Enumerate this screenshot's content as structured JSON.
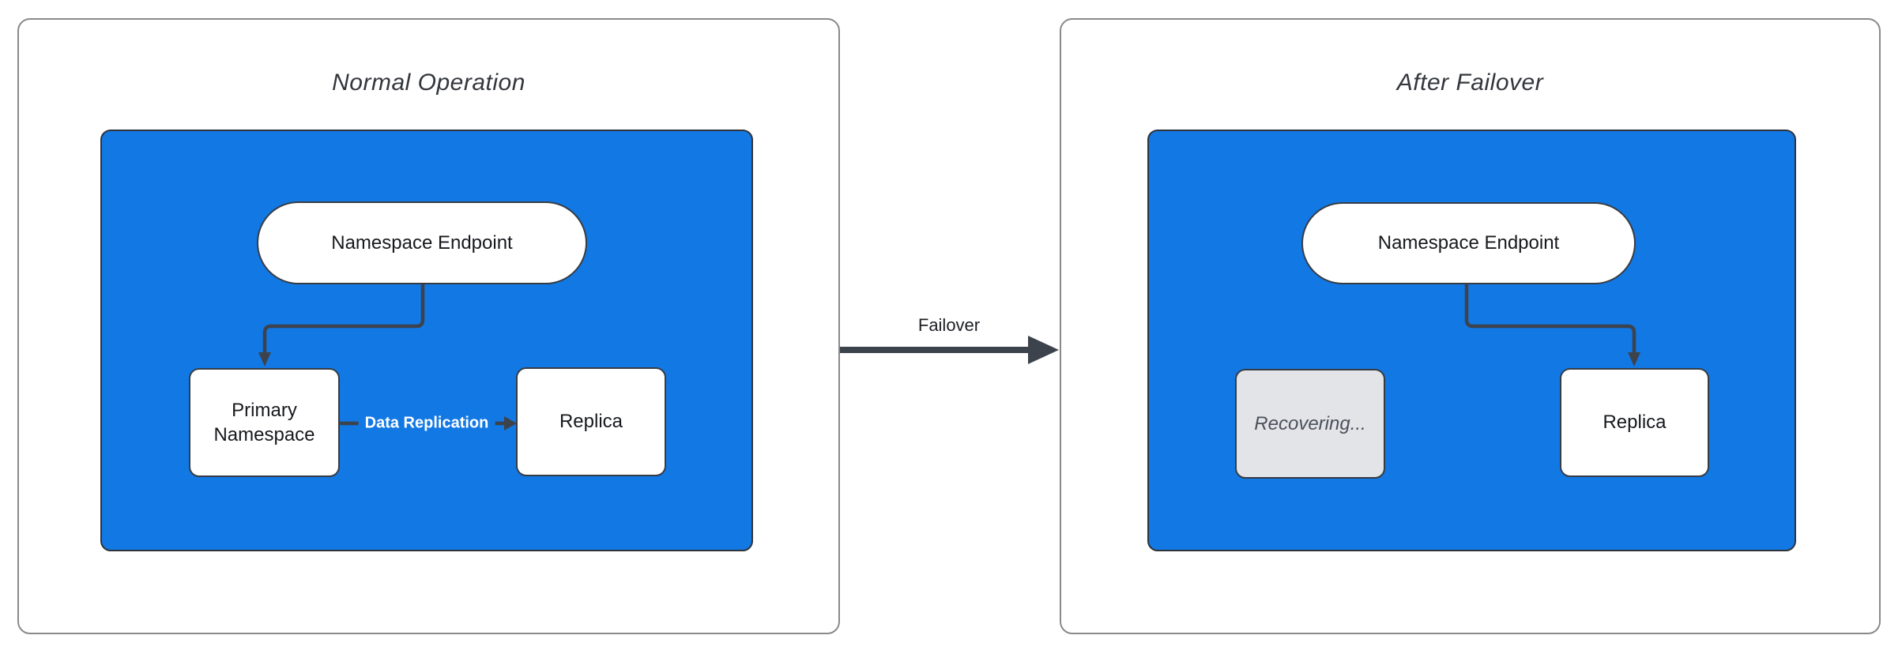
{
  "left_panel": {
    "title": "Normal Operation",
    "endpoint_label": "Namespace Endpoint",
    "primary_label": "Primary Namespace",
    "replica_label": "Replica",
    "replication_edge_label": "Data Replication"
  },
  "right_panel": {
    "title": "After Failover",
    "endpoint_label": "Namespace Endpoint",
    "recovering_label": "Recovering...",
    "replica_label": "Replica"
  },
  "transition": {
    "label": "Failover"
  },
  "colors": {
    "cluster_fill": "#1278E3",
    "edge_stroke": "#3d434c",
    "node_fill": "#ffffff",
    "node_border": "#363c44",
    "node_text": "#17191d",
    "recovering_fill": "#e2e4e8",
    "recovering_text": "#4b515a",
    "panel_border": "#8a8a8a",
    "title_text": "#33363c",
    "edge_label_text": "#ffffff"
  }
}
